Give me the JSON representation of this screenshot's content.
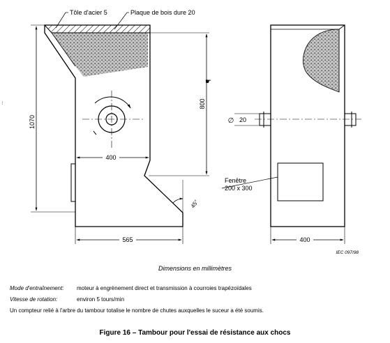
{
  "labels": {
    "steel_sheet": "Tôle d'acier 5",
    "hardwood_plate": "Plaque de bois dure 20",
    "dim_1070": "1070",
    "dim_800": "800",
    "dim_400_inner": "400",
    "dim_565": "565",
    "dim_45": "45°",
    "dim_20": "20",
    "window_label_1": "Fenêtre",
    "window_label_2": "200 x 300",
    "dim_400_side": "400",
    "ref": "IEC   097/98",
    "side_mark": "..."
  },
  "caption": "Dimensions en millimètres",
  "notes": {
    "drive_label": "Mode d'entraînement:",
    "drive_value": "moteur à engrènement direct et transmission à courroies trapézoïdales",
    "speed_label": "Vitesse de rotation:",
    "speed_value": "environ 5 tours/min",
    "counter": "Un compteur relié à l'arbre du tambour totalise le nombre de chutes auxquelles le suceur a été soumis."
  },
  "figure_title": "Figure 16 – Tambour pour l'essai de résistance aux chocs"
}
